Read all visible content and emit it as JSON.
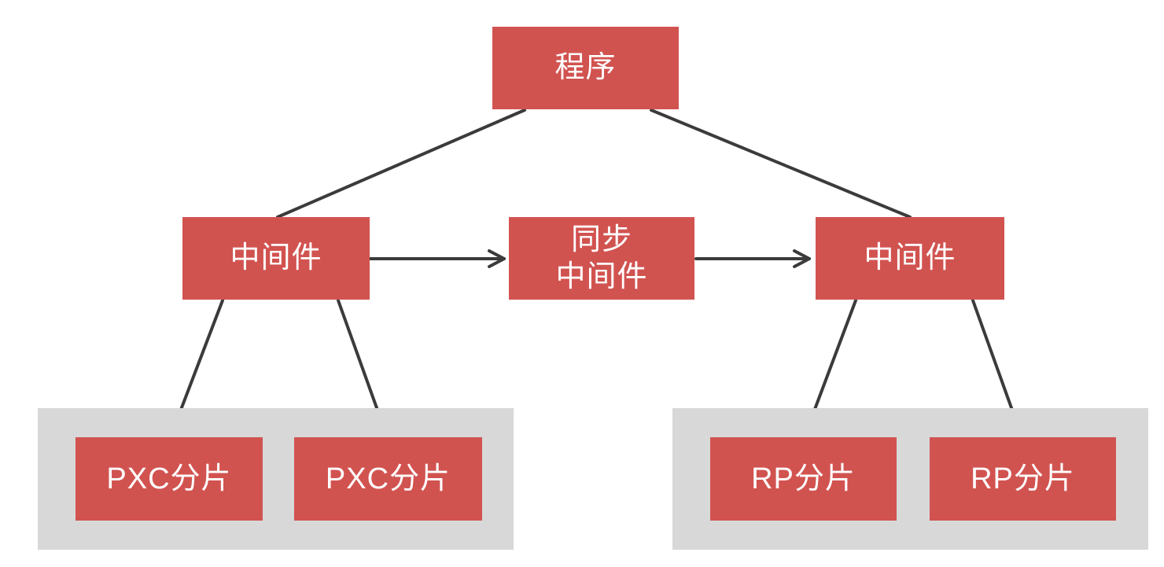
{
  "diagram": {
    "colors": {
      "node_fill": "#d15350",
      "node_text": "#ffffff",
      "group_fill": "#d8d8d8",
      "connector": "#3b3b3b",
      "background": "#ffffff"
    },
    "nodes": {
      "program": {
        "label": "程序"
      },
      "middleware_left": {
        "label": "中间件"
      },
      "sync_middleware": {
        "label": "同步\n中间件"
      },
      "middleware_right": {
        "label": "中间件"
      },
      "pxc_shard_1": {
        "label": "PXC分片"
      },
      "pxc_shard_2": {
        "label": "PXC分片"
      },
      "rp_shard_1": {
        "label": "RP分片"
      },
      "rp_shard_2": {
        "label": "RP分片"
      }
    },
    "connectors": [
      {
        "from": "program",
        "to": "middleware_left",
        "arrow": false
      },
      {
        "from": "program",
        "to": "middleware_right",
        "arrow": false
      },
      {
        "from": "middleware_left",
        "to": "sync_middleware",
        "arrow": true
      },
      {
        "from": "sync_middleware",
        "to": "middleware_right",
        "arrow": true
      },
      {
        "from": "middleware_left",
        "to": "pxc_shard_1",
        "arrow": false
      },
      {
        "from": "middleware_left",
        "to": "pxc_shard_2",
        "arrow": false
      },
      {
        "from": "middleware_right",
        "to": "rp_shard_1",
        "arrow": false
      },
      {
        "from": "middleware_right",
        "to": "rp_shard_2",
        "arrow": false
      }
    ]
  }
}
